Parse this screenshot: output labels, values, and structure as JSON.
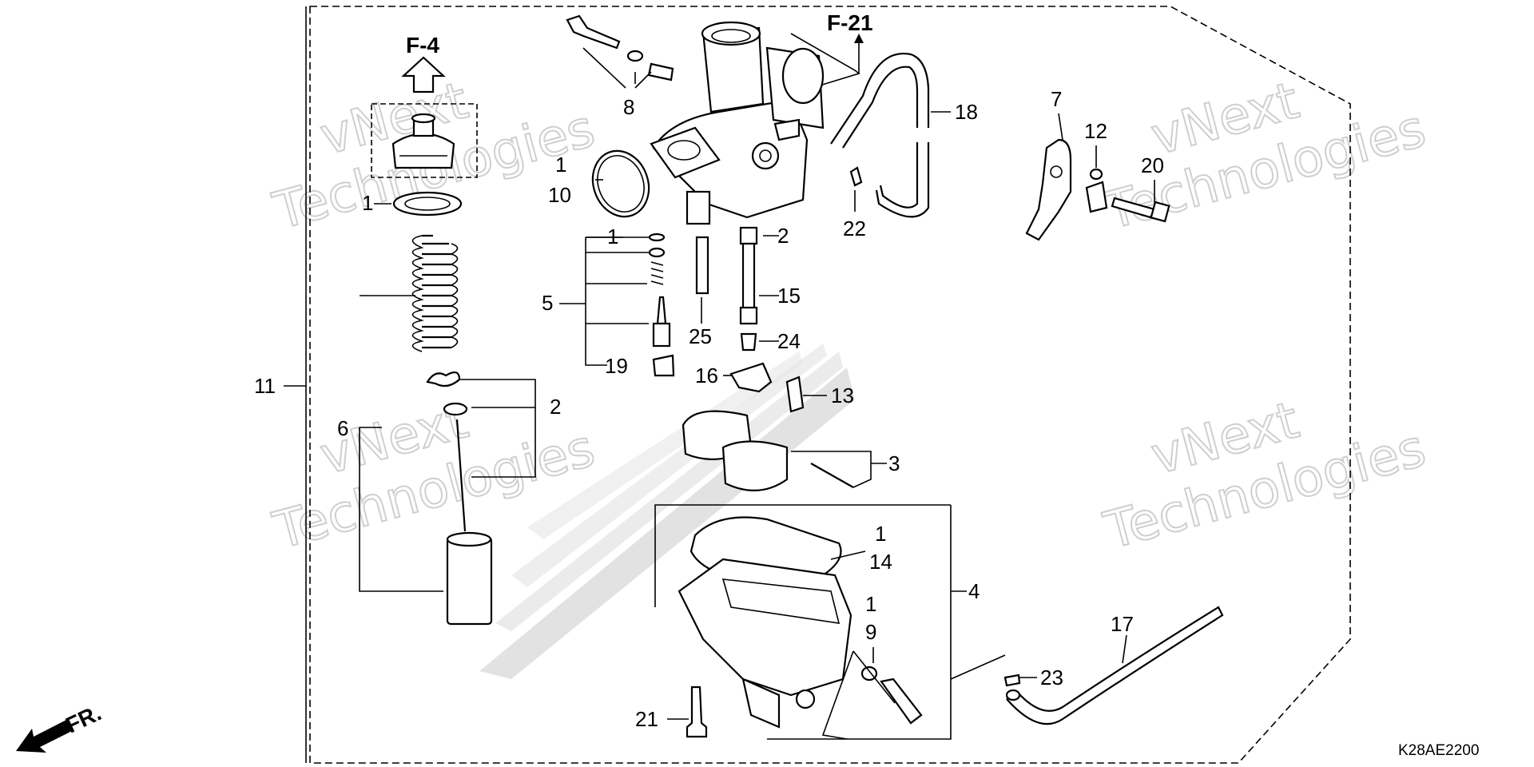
{
  "diagram": {
    "refs": {
      "up": "F-4",
      "right": "F-21"
    },
    "front_label": "FR.",
    "code": "K28AE2200",
    "watermark": {
      "line1": "vNext",
      "line2": "Technologies"
    },
    "callouts": {
      "c11": "11",
      "c6": "6",
      "c1a": "1",
      "c1b": "1",
      "c10": "10",
      "c8": "8",
      "c5": "5",
      "c1c": "1",
      "c2a": "2",
      "c15": "15",
      "c25": "25",
      "c24": "24",
      "c19": "19",
      "c16": "16",
      "c13": "13",
      "c2b": "2",
      "c3": "3",
      "c1d": "1",
      "c14": "14",
      "c4": "4",
      "c1e": "1",
      "c9": "9",
      "c21": "21",
      "c23": "23",
      "c17": "17",
      "c18": "18",
      "c22": "22",
      "c7": "7",
      "c12": "12",
      "c20": "20"
    }
  }
}
